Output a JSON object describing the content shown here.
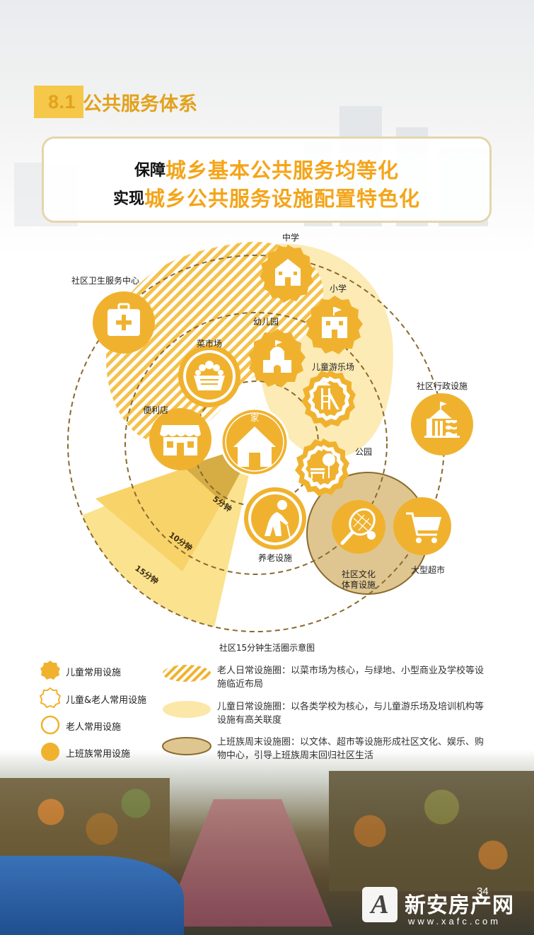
{
  "section": {
    "number": "8.1",
    "title": "公共服务体系"
  },
  "banner": {
    "line1_prefix": "保障",
    "line1_highlight": "城乡基本公共服务均等化",
    "line2_prefix": "实现",
    "line2_highlight": "城乡公共服务设施配置特色化"
  },
  "colors": {
    "gold": "#f0b22e",
    "light_yellow": "#fbe7a8",
    "tan": "#d9be88",
    "dashed": "#8a6a2e",
    "title_gold": "#e2a21c"
  },
  "diagram": {
    "center_label": "家",
    "ring_times": [
      "5分钟",
      "10分钟",
      "15分钟"
    ],
    "facilities": [
      {
        "id": "middle-school",
        "label": "中学",
        "icon": "school-icon"
      },
      {
        "id": "primary-school",
        "label": "小学",
        "icon": "school-flag-icon"
      },
      {
        "id": "kindergarten",
        "label": "幼儿园",
        "icon": "castle-icon"
      },
      {
        "id": "playground",
        "label": "儿童游乐场",
        "icon": "slide-icon"
      },
      {
        "id": "park",
        "label": "公园",
        "icon": "park-bench-icon"
      },
      {
        "id": "health-center",
        "label": "社区卫生服务中心",
        "icon": "medical-bag-icon"
      },
      {
        "id": "market",
        "label": "菜市场",
        "icon": "basket-icon"
      },
      {
        "id": "store",
        "label": "便利店",
        "icon": "storefront-icon"
      },
      {
        "id": "elderly",
        "label": "养老设施",
        "icon": "elder-cane-icon"
      },
      {
        "id": "admin",
        "label": "社区行政设施",
        "icon": "admin-building-icon"
      },
      {
        "id": "culture-sports",
        "label": "社区文化\n体育设施",
        "icon": "tennis-racket-icon"
      },
      {
        "id": "supermarket",
        "label": "大型超市",
        "icon": "shopping-cart-icon"
      }
    ],
    "caption": "社区15分钟生活圈示意图"
  },
  "legend": {
    "left": [
      {
        "label": "儿童常用设施",
        "icon": "gear-solid-icon"
      },
      {
        "label": "儿童&老人常用设施",
        "icon": "gear-outline-icon"
      },
      {
        "label": "老人常用设施",
        "icon": "circle-outline-icon"
      },
      {
        "label": "上班族常用设施",
        "icon": "circle-solid-icon"
      }
    ],
    "right": [
      {
        "text": "老人日常设施圈：以菜市场为核心，与绿地、小型商业及学校等设施临近布局",
        "icon": "hatched-ellipse-icon"
      },
      {
        "text": "儿童日常设施圈：以各类学校为核心，与儿童游乐场及培训机构等设施有高关联度",
        "icon": "light-ellipse-icon"
      },
      {
        "text": "上班族周末设施圈：以文体、超市等设施形成社区文化、娱乐、购物中心，引导上班族周末回归社区生活",
        "icon": "tan-ellipse-icon"
      }
    ]
  },
  "page_number": "34",
  "watermark": {
    "logo_letter": "A",
    "name": "新安房产网",
    "url": "www.xafc.com"
  }
}
